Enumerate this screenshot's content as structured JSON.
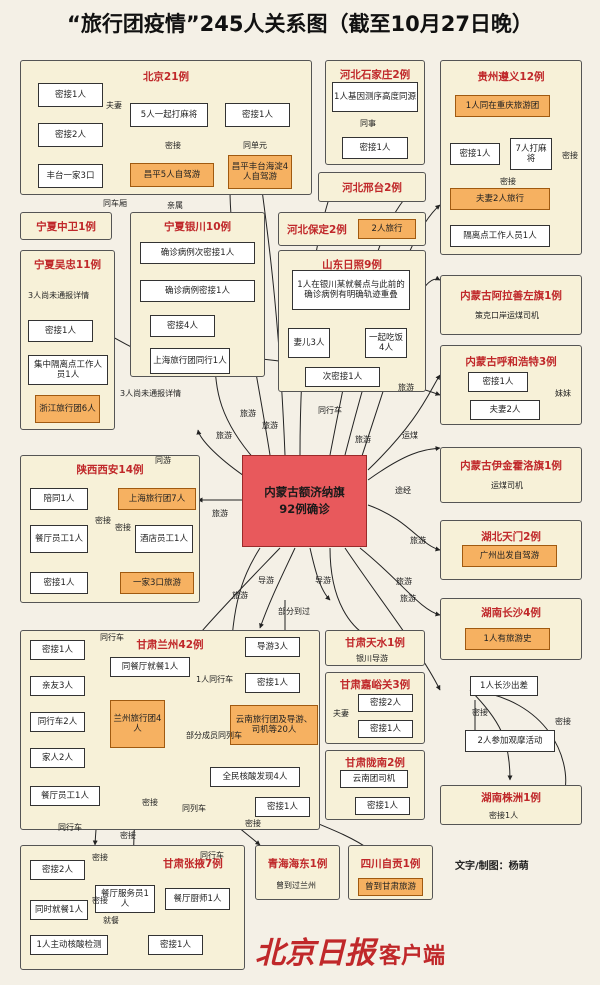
{
  "title": "“旅行团疫情”245人关系图（截至10月27日晚）",
  "center": {
    "line1": "内蒙古额济纳旗",
    "line2": "92例确诊"
  },
  "groups": {
    "beijing": "北京21例",
    "hebei_sjz": "河北石家庄2例",
    "guizhou": "贵州遵义12例",
    "hebei_xingtai": "河北邢台2例",
    "hebei_baoding": "河北保定2例",
    "ningxia_zhongwei": "宁夏中卫1例",
    "ningxia_wuzhong": "宁夏吴忠11例",
    "ningxia_yinchuan": "宁夏银川10例",
    "shandong": "山东日照9例",
    "neimeng_alashan": "内蒙古阿拉善左旗1例",
    "neimeng_huhehaote": "内蒙古呼和浩特3例",
    "shaanxi": "陕西西安14例",
    "neimeng_yiqianhuoluo": "内蒙古伊金霍洛旗1例",
    "hubei": "湖北天门2例",
    "hunan_changsha": "湖南长沙4例",
    "gansu_lanzhou": "甘肃兰州42例",
    "gansu_tianshui": "甘肃天水1例",
    "gansu_jiayuguan": "甘肃嘉峪关3例",
    "gansu_longnan": "甘肃陇南2例",
    "hunan_zhuzhou": "湖南株洲1例",
    "gansu_zhangye": "甘肃张掖7例",
    "qinghai": "青海海东1例",
    "sichuan": "四川自贡1例"
  },
  "nodes": {
    "bj_mj1": "密接1人",
    "bj_majiang": "5人一起打麻将",
    "bj_mj1b": "密接1人",
    "bj_mj2": "密接2人",
    "bj_fengtai": "丰台一家3口",
    "bj_changping": "昌平5人自驾游",
    "bj_fengtai4": "昌平丰台海淀4人自驾游",
    "sjz_1": "1人基因测序高度同源",
    "sjz_mj1": "密接1人",
    "gz_chongqing": "1人同在重庆旅游团",
    "gz_mj1": "密接1人",
    "gz_majiang": "7人打麻将",
    "gz_couple": "夫妻2人旅行",
    "gz_staff": "隔离点工作人员1人",
    "baoding_tour": "2人旅行",
    "yc_a": "确诊病例次密接1人",
    "yc_b": "确诊病例密接1人",
    "yc_c": "密接4人",
    "wz_unreported": "3人尚未通报详情",
    "wz_mj1": "密接1人",
    "wz_isolation": "集中隔离点工作人员1人",
    "wz_zhejiang": "浙江旅行团6人",
    "sh_tour": "上海旅行团同行1人",
    "sd_a": "1人在银川某就餐点与此前的确诊病例有明确轨迹重叠",
    "sd_b": "妻儿3人",
    "sd_c": "一起吃饭4人",
    "sd_d": "次密接1人",
    "alashan": "策克口岸运煤司机",
    "hh_a": "密接1人",
    "hh_b": "夫妻2人",
    "xa_mj1": "陪同1人",
    "xa_sh": "上海旅行团7人",
    "xa_rest": "餐厅员工1人",
    "xa_hotel": "酒店员工1人",
    "xa_mj": "密接1人",
    "xa_family": "一家3口旅游",
    "yqhl": "运煤司机",
    "hubei_gz": "广州出发自驾游",
    "cs_tour": "1人有旅游史",
    "lz_mj1": "密接1人",
    "lz_rest": "同餐厅就餐1人",
    "lz_qin": "亲友3人",
    "lz_car": "同行车2人",
    "lz_home": "家人2人",
    "lz_staff": "餐厅员工1人",
    "lz_tour": "兰州旅行团4人",
    "lz_guide": "导游3人",
    "lz_mj": "密接1人",
    "yunnan": "云南旅行团及导游、司机等20人",
    "quanmin": "全民核酸发现4人",
    "lz_mj2": "密接1人",
    "ts_guide": "银川导游",
    "jy_a": "密接2人",
    "jy_b": "密接1人",
    "ln_a": "云南团司机",
    "ln_b": "密接1人",
    "cs_out": "1人长沙出差",
    "cs_meet": "2人参加观摩活动",
    "zz_mj": "密接1人",
    "zy_mj2": "密接2人",
    "zy_rest": "餐厅服务员1人",
    "zy_chef": "餐厅厨师1人",
    "zy_meal": "同时就餐1人",
    "zy_self": "1人主动核酸检测",
    "zy_mj1": "密接1人",
    "qh_a": "曾到过兰州",
    "sc_a": "曾到甘肃旅游"
  },
  "edges": {
    "fuqi1": "夫妻",
    "mijie1": "密接",
    "tongdanyuan": "同单元",
    "tongcheci": "同车厢",
    "qinshu": "亲属",
    "tongshi": "同事",
    "mijie2": "密接",
    "mijie3": "密接",
    "lvyou1": "旅游",
    "lvyou2": "旅游",
    "lvyou3": "旅游",
    "lvyou4": "旅游",
    "lvyou5": "旅游",
    "lvyou6": "旅游",
    "lvyou7": "旅游",
    "lvyou8": "旅游",
    "lvyou9": "旅游",
    "lvyou10": "旅游",
    "tongxingche1": "同行车",
    "yunmei": "运煤",
    "tuJing": "途经",
    "meimei": "妹妹",
    "tongyou": "同游",
    "mijie4": "密接",
    "mijie5": "密接",
    "mijie6": "密接",
    "sanren": "3人尚未通报详情",
    "daoyou1": "导游",
    "daoyou2": "导游",
    "bufen": "部分到过",
    "tongxingche2": "同行车",
    "yirentongxingche": "1人同行车",
    "bufen2": "部分成员同列车",
    "fuqi2": "夫妻",
    "mijie7": "密接",
    "mijie8": "密接",
    "mijie9": "密接",
    "tonglieche": "同列车",
    "tongxingche3": "同行车",
    "mijie10": "密接",
    "mijie11": "密接",
    "jiucan": "就餐",
    "mijie12": "密接",
    "tongxingche4": "同行车"
  },
  "credit": "文字/制图：杨萌",
  "logo": {
    "main": "北京日报",
    "sub": "客户端"
  }
}
